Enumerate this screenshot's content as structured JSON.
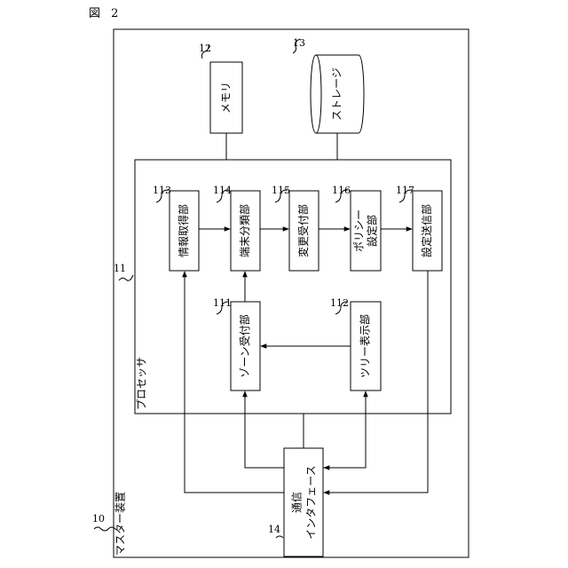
{
  "figure_label": "図 2",
  "master": {
    "ref": "10",
    "label": "マスター装置"
  },
  "processor": {
    "ref": "11",
    "label": "プロセッサ"
  },
  "memory": {
    "ref": "12",
    "label": "メモリ"
  },
  "storage": {
    "ref": "13",
    "label": "ストレージ"
  },
  "comm_if": {
    "ref": "14",
    "label_line1": "通信",
    "label_line2": "インタフェース"
  },
  "units": {
    "zone_receiver": {
      "ref": "111",
      "label": "ゾーン受付部"
    },
    "tree_display": {
      "ref": "112",
      "label": "ツリー表示部"
    },
    "info_acquirer": {
      "ref": "113",
      "label": "情報取得部"
    },
    "terminal_classifier": {
      "ref": "114",
      "label": "端末分類部"
    },
    "change_receiver": {
      "ref": "115",
      "label": "変更受付部"
    },
    "policy_setter": {
      "ref": "116",
      "label_line1": "ポリシー",
      "label_line2": "設定部"
    },
    "setting_sender": {
      "ref": "117",
      "label": "設定送信部"
    }
  }
}
